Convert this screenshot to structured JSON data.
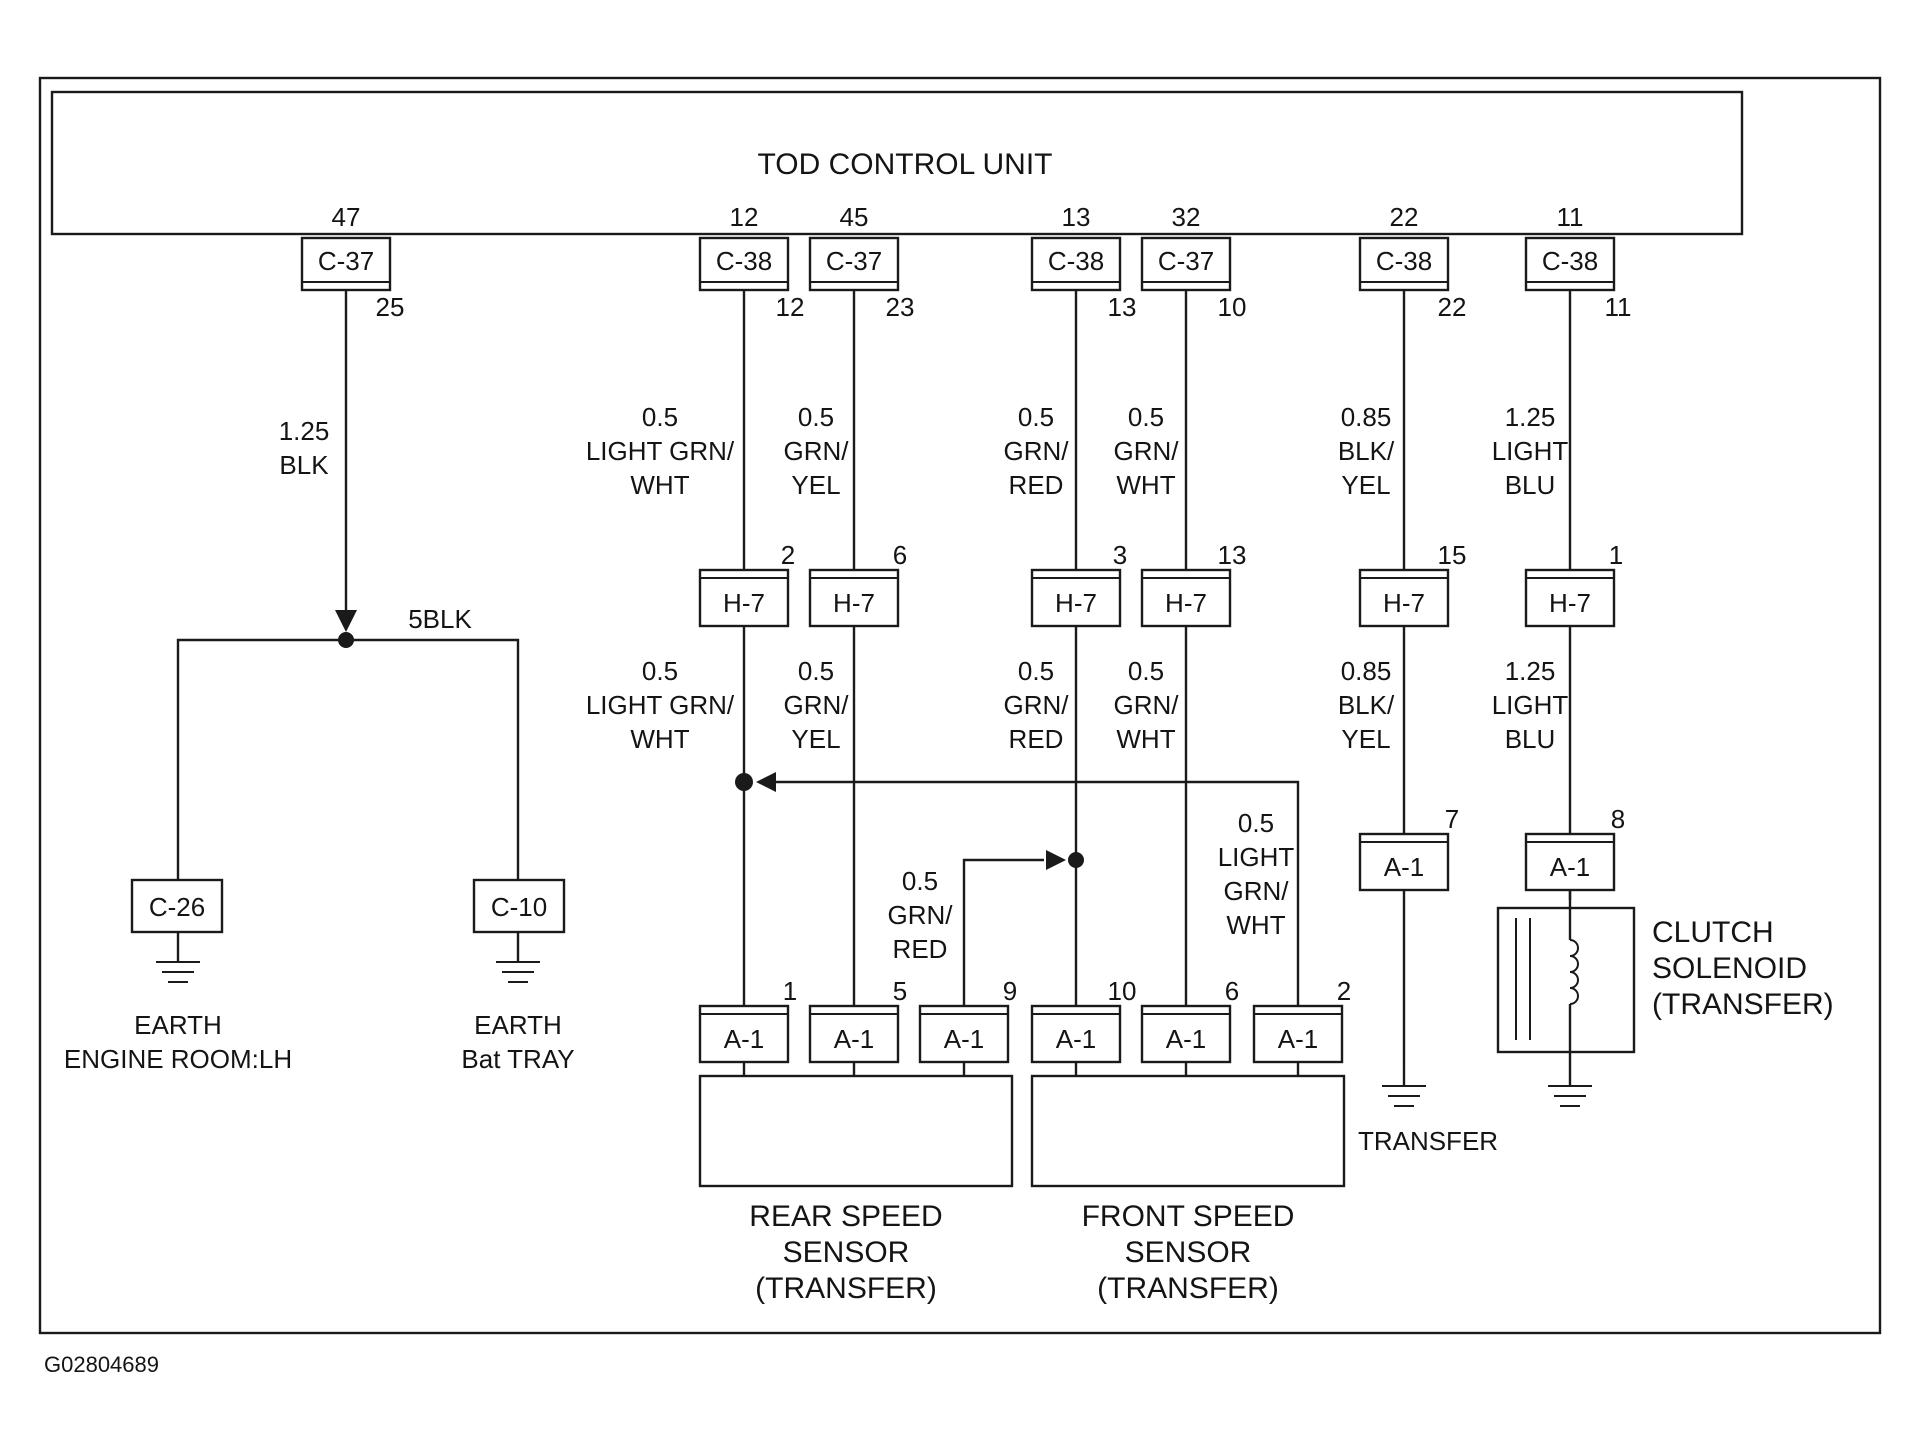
{
  "title": "TOD CONTROL UNIT",
  "diagram_code": "G02804689",
  "ecu_pins": [
    {
      "pin": "47",
      "connector": "C-37",
      "conn_pin": "25"
    },
    {
      "pin": "12",
      "connector": "C-38",
      "conn_pin": "12"
    },
    {
      "pin": "45",
      "connector": "C-37",
      "conn_pin": "23"
    },
    {
      "pin": "13",
      "connector": "C-38",
      "conn_pin": "13"
    },
    {
      "pin": "32",
      "connector": "C-37",
      "conn_pin": "10"
    },
    {
      "pin": "22",
      "connector": "C-38",
      "conn_pin": "22"
    },
    {
      "pin": "11",
      "connector": "C-38",
      "conn_pin": "11"
    }
  ],
  "wire_upper": [
    [
      "1.25",
      "BLK"
    ],
    [
      "0.5",
      "LIGHT GRN/",
      "WHT"
    ],
    [
      "0.5",
      "GRN/",
      "YEL"
    ],
    [
      "0.5",
      "GRN/",
      "RED"
    ],
    [
      "0.5",
      "GRN/",
      "WHT"
    ],
    [
      "0.85",
      "BLK/",
      "YEL"
    ],
    [
      "1.25",
      "LIGHT",
      "BLU"
    ]
  ],
  "h7": [
    {
      "connector": "H-7",
      "pin": "2"
    },
    {
      "connector": "H-7",
      "pin": "6"
    },
    {
      "connector": "H-7",
      "pin": "3"
    },
    {
      "connector": "H-7",
      "pin": "13"
    },
    {
      "connector": "H-7",
      "pin": "15"
    },
    {
      "connector": "H-7",
      "pin": "1"
    }
  ],
  "wire_lower": [
    [
      "0.5",
      "LIGHT GRN/",
      "WHT"
    ],
    [
      "0.5",
      "GRN/",
      "YEL"
    ],
    [
      "0.5",
      "GRN/",
      "RED"
    ],
    [
      "0.5",
      "GRN/",
      "WHT"
    ],
    [
      "0.85",
      "BLK/",
      "YEL"
    ],
    [
      "1.25",
      "LIGHT",
      "BLU"
    ]
  ],
  "ground_splice": "5BLK",
  "ground_c26": "C-26",
  "ground_c10": "C-10",
  "earth_lh": [
    "EARTH",
    "ENGINE ROOM:LH"
  ],
  "earth_bat": [
    "EARTH",
    "Bat TRAY"
  ],
  "wire_branch_red": [
    "0.5",
    "GRN/",
    "RED"
  ],
  "wire_branch_lgw": [
    "0.5",
    "LIGHT",
    "GRN/",
    "WHT"
  ],
  "a1_sensor": [
    {
      "connector": "A-1",
      "pin": "1"
    },
    {
      "connector": "A-1",
      "pin": "5"
    },
    {
      "connector": "A-1",
      "pin": "9"
    },
    {
      "connector": "A-1",
      "pin": "10"
    },
    {
      "connector": "A-1",
      "pin": "6"
    },
    {
      "connector": "A-1",
      "pin": "2"
    }
  ],
  "a1_transfer": [
    {
      "connector": "A-1",
      "pin": "7"
    },
    {
      "connector": "A-1",
      "pin": "8"
    }
  ],
  "transfer_label": "TRANSFER",
  "rear_sensor": [
    "REAR SPEED",
    "SENSOR",
    "(TRANSFER)"
  ],
  "front_sensor": [
    "FRONT SPEED",
    "SENSOR",
    "(TRANSFER)"
  ],
  "clutch": [
    "CLUTCH",
    "SOLENOID",
    "(TRANSFER)"
  ]
}
